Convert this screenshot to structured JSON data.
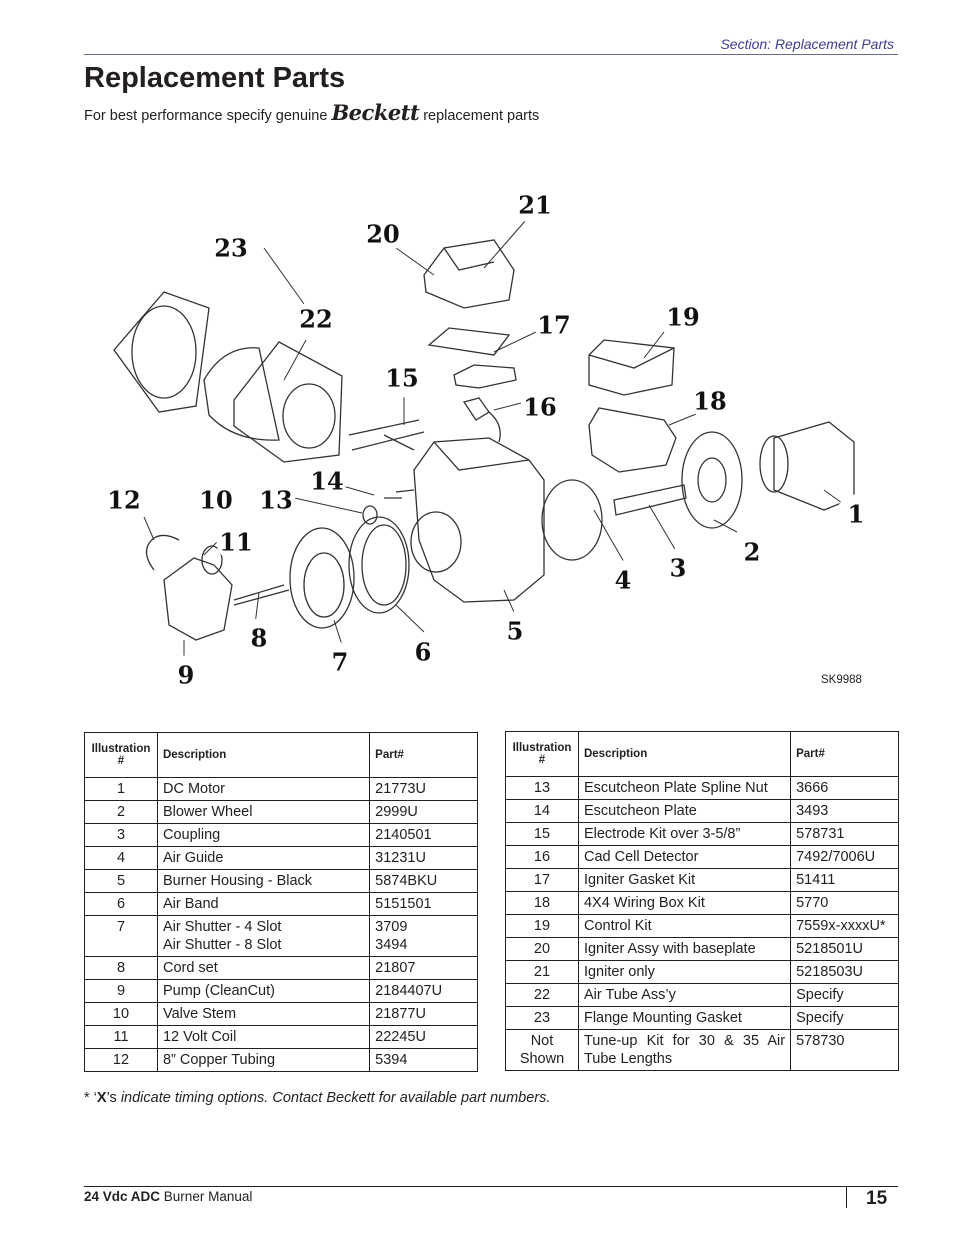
{
  "section": "Section: Replacement Parts",
  "title": "Replacement Parts",
  "subtitle": {
    "before": "For best performance specify genuine",
    "brand": "Beckett",
    "after": "replacement parts"
  },
  "diagram": {
    "drawing_code": "SK9988",
    "callouts": [
      "1",
      "2",
      "3",
      "4",
      "5",
      "6",
      "7",
      "8",
      "9",
      "10",
      "11",
      "12",
      "13",
      "14",
      "15",
      "16",
      "17",
      "18",
      "19",
      "20",
      "21",
      "22",
      "23"
    ]
  },
  "table_headers": {
    "illustration": "Illustration #",
    "description": "Description",
    "part": "Part#"
  },
  "parts_left": [
    {
      "num": "1",
      "desc": "DC Motor",
      "part": "21773U"
    },
    {
      "num": "2",
      "desc": "Blower Wheel",
      "part": "2999U"
    },
    {
      "num": "3",
      "desc": "Coupling",
      "part": "2140501"
    },
    {
      "num": "4",
      "desc": "Air Guide",
      "part": "31231U"
    },
    {
      "num": "5",
      "desc": "Burner Housing - Black",
      "part": "5874BKU"
    },
    {
      "num": "6",
      "desc": "Air Band",
      "part": "5151501"
    },
    {
      "num": "7",
      "desc": "Air Shutter - 4 Slot",
      "desc2": "Air Shutter - 8 Slot",
      "part": "3709",
      "part2": "3494"
    },
    {
      "num": "8",
      "desc": "Cord set",
      "part": "21807"
    },
    {
      "num": "9",
      "desc": "Pump (CleanCut)",
      "part": "2184407U"
    },
    {
      "num": "10",
      "desc": "Valve Stem",
      "part": "21877U"
    },
    {
      "num": "11",
      "desc": "12 Volt Coil",
      "part": "22245U"
    },
    {
      "num": "12",
      "desc": "8” Copper Tubing",
      "part": "5394"
    }
  ],
  "parts_right": [
    {
      "num": "13",
      "desc": "Escutcheon Plate Spline Nut",
      "part": "3666"
    },
    {
      "num": "14",
      "desc": "Escutcheon Plate",
      "part": "3493"
    },
    {
      "num": "15",
      "desc": "Electrode Kit over 3-5/8”",
      "part": "578731"
    },
    {
      "num": "16",
      "desc": "Cad Cell Detector",
      "part": "7492/7006U"
    },
    {
      "num": "17",
      "desc": "Igniter Gasket Kit",
      "part": "51411"
    },
    {
      "num": "18",
      "desc": "4X4 Wiring Box Kit",
      "part": "5770"
    },
    {
      "num": "19",
      "desc": "Control Kit",
      "part": "7559x-xxxxU*"
    },
    {
      "num": "20",
      "desc": "Igniter Assy with baseplate",
      "part": "5218501U"
    },
    {
      "num": "21",
      "desc": "Igniter only",
      "part": "5218503U"
    },
    {
      "num": "22",
      "desc": "Air Tube Ass’y",
      "part": "Specify"
    },
    {
      "num": "23",
      "desc": "Flange Mounting Gasket",
      "part": "Specify"
    },
    {
      "num": "Not Shown",
      "desc": "Tune-up Kit for 30 & 35 Air Tube Lengths",
      "part": "578730"
    }
  ],
  "footnote": {
    "prefix": "* ‘",
    "x": "X",
    "mid": "’s",
    "text": "indicate timing options. Contact Beckett for available part numbers."
  },
  "footer": {
    "manual_bold": "24 Vdc ADC",
    "manual_rest": "Burner Manual",
    "page": "15"
  }
}
